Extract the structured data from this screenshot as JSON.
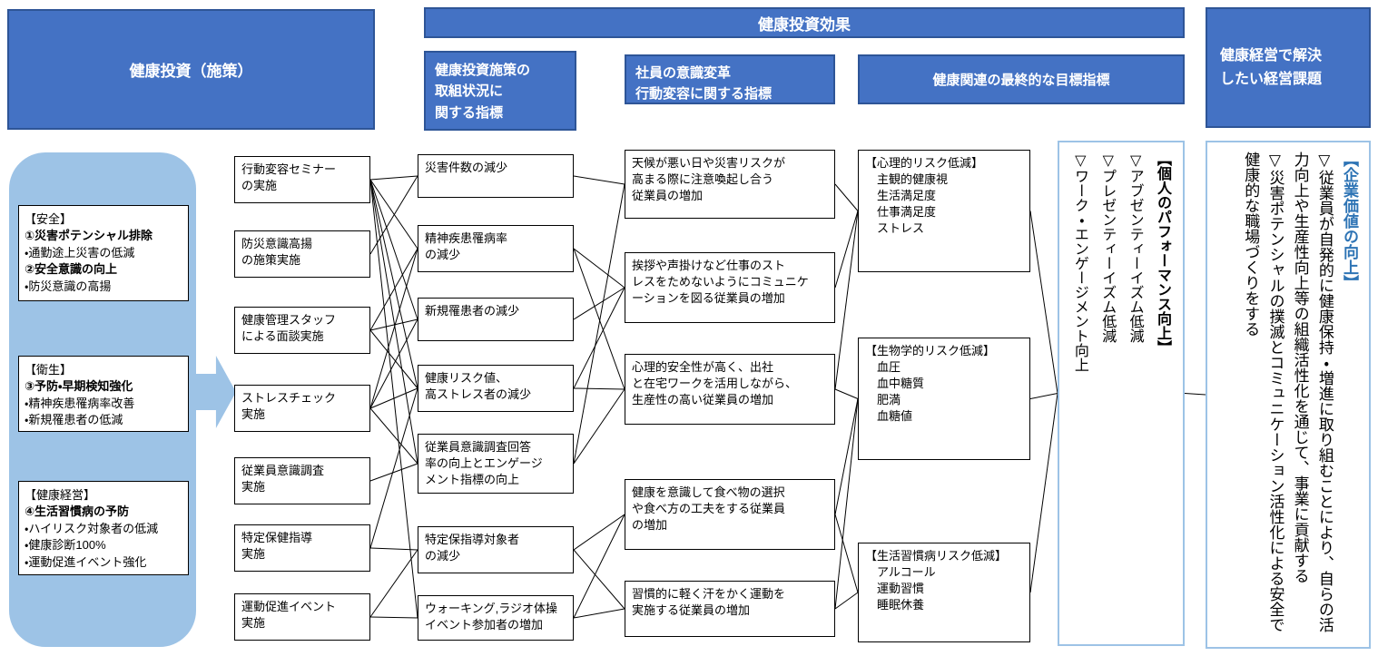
{
  "title": "健康投資（施策）",
  "effect_header": "健康投資効果",
  "column_headers": {
    "implementation": "健康投資施策の\n取組状況に\n関する指標",
    "behavior": "社員の意識変革\n行動変容に関する指標",
    "target": "健康関連の最終的な目標指標",
    "management_issues": "健康経営で解決\nしたい経営課題"
  },
  "issues": [
    {
      "lines": [
        "【安全】",
        "①災害ポテンシャル排除",
        "・通勤途上災害の低減",
        "②安全意識の向上",
        "・防災意識の高揚"
      ]
    },
    {
      "lines": [
        "【衛生】",
        "③予防・早期検知強化",
        "・精神疾患罹病率改善",
        "・新規罹患者の低減"
      ]
    },
    {
      "lines": [
        "【健康経営】",
        "④生活習慣病の予防",
        "・ハイリスク対象者の低減",
        "・健康診断100%",
        "・運動促進イベント強化"
      ]
    }
  ],
  "measures": [
    "行動変容セミナー\nの実施",
    "防災意識高揚\nの施策実施",
    "健康管理スタッフ\nによる面談実施",
    "ストレスチェック\n実施",
    "従業員意識調査\n実施",
    "特定保健指導\n実施",
    "運動促進イベント\n実施"
  ],
  "implementation_indicators": [
    "災害件数の減少",
    "精神疾患罹病率\nの減少",
    "新規罹患者の減少",
    "健康リスク値、\n高ストレス者の減少",
    "従業員意識調査回答\n率の向上とエンゲージ\nメント指標の向上",
    "特定保指導対象者\nの減少",
    "ウォーキング,ラジオ体操\nイベント参加者の増加"
  ],
  "behavior_indicators": [
    "天候が悪い日や災害リスクが\n高まる際に注意喚起し合う\n従業員の増加",
    "挨拶や声掛けなど仕事のスト\nレスをためないようにコミュニケ\nーションを図る従業員の増加",
    "心理的安全性が高く、出社\nと在宅ワークを活用しながら、\n生産性の高い従業員の増加",
    "健康を意識して食べ物の選択\nや食べ方の工夫をする従業員\nの増加",
    "習慣的に軽く汗をかく運動を\n実施する従業員の増加"
  ],
  "target_indicators": [
    "【心理的リスク低減】\n　主観的健康視\n　生活満足度\n　仕事満足度\n　ストレス",
    "【生物学的リスク低減】\n　血圧\n　血中糖質\n　肥満\n　血糖値",
    "【生活習慣病リスク低減】\n　アルコール\n　運動習慣\n　睡眠休養"
  ],
  "performance_box": {
    "title": "【個人のパフォーマンス向上】",
    "items": "▽アブゼンティーイズム低減\n▽プレゼンティーイズム低減\n▽ワーク・エンゲージメント向上"
  },
  "corporate_box": {
    "title": "【企業価値の向上】",
    "items": "▽従業員が自発的に健康保持・増進に取り組むことにより、自らの活力向上や生産性向上等の組織活性化を通じて、事業に貢献する\n▽災害ポテンシャルの撲滅とコミュニケーション活性化による安全で健康的な職場づくりをする"
  },
  "colors": {
    "header_blue": "#4472C4",
    "header_border": "#2E5597",
    "light_blue": "#9DC3E6",
    "line": "#000000"
  },
  "edges": [
    [
      "m1",
      "i1"
    ],
    [
      "m1",
      "i2"
    ],
    [
      "m1",
      "i3"
    ],
    [
      "m1",
      "i4"
    ],
    [
      "m1",
      "i5"
    ],
    [
      "m1",
      "i7"
    ],
    [
      "m2",
      "i1"
    ],
    [
      "m3",
      "i2"
    ],
    [
      "m3",
      "i3"
    ],
    [
      "m3",
      "i4"
    ],
    [
      "m4",
      "i2"
    ],
    [
      "m4",
      "i3"
    ],
    [
      "m4",
      "i4"
    ],
    [
      "m4",
      "i5"
    ],
    [
      "m5",
      "i5"
    ],
    [
      "m6",
      "i4"
    ],
    [
      "m6",
      "i6"
    ],
    [
      "m7",
      "i6"
    ],
    [
      "m7",
      "i7"
    ],
    [
      "i1",
      "b1"
    ],
    [
      "i2",
      "b2"
    ],
    [
      "i2",
      "b3"
    ],
    [
      "i3",
      "b2"
    ],
    [
      "i4",
      "b2"
    ],
    [
      "i4",
      "b3"
    ],
    [
      "i5",
      "b1"
    ],
    [
      "i5",
      "b3"
    ],
    [
      "i6",
      "b4"
    ],
    [
      "i6",
      "b5"
    ],
    [
      "i7",
      "b4"
    ],
    [
      "i7",
      "b5"
    ],
    [
      "b1",
      "t1"
    ],
    [
      "b2",
      "t1"
    ],
    [
      "b3",
      "t1"
    ],
    [
      "b3",
      "t2"
    ],
    [
      "b4",
      "t2"
    ],
    [
      "b4",
      "t3"
    ],
    [
      "b5",
      "t2"
    ],
    [
      "b5",
      "t3"
    ],
    [
      "t1",
      "perf"
    ],
    [
      "t2",
      "perf"
    ],
    [
      "t3",
      "perf"
    ],
    [
      "perf",
      "corp"
    ]
  ]
}
